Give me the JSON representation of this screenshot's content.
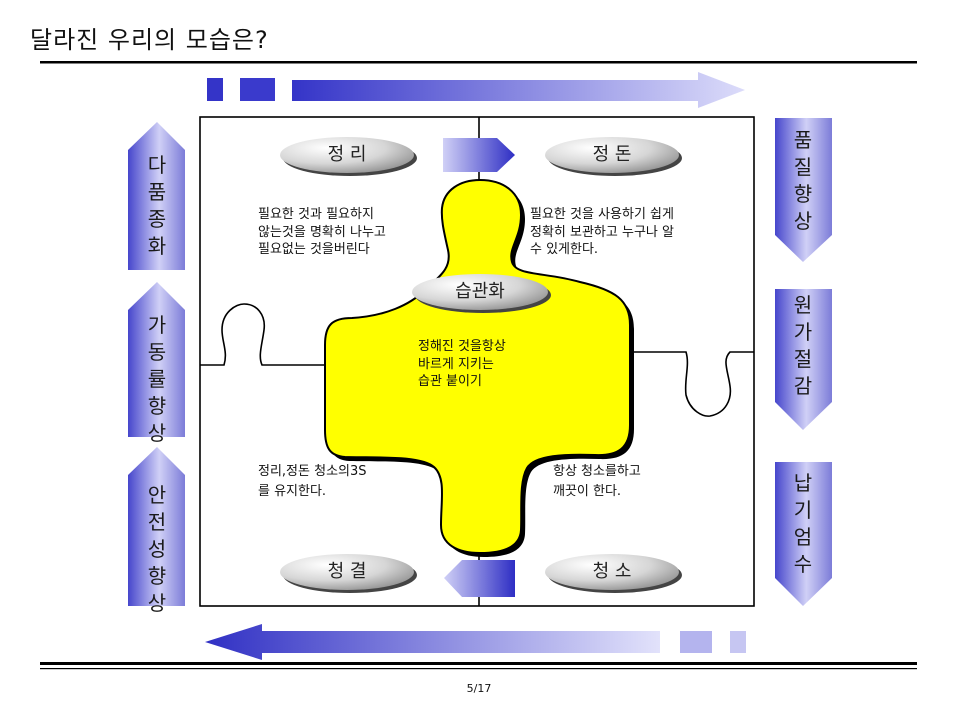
{
  "title": "달라진 우리의 모습은?",
  "side_left": [
    "다품종화",
    "가동률향상",
    "안전성향상"
  ],
  "side_right": [
    "품질향상",
    "원가절감",
    "납기엄수"
  ],
  "labels": {
    "top_left": "정 리",
    "top_right": "정 돈",
    "bottom_left": "청 결",
    "bottom_right": "청 소",
    "center": "습관화"
  },
  "texts": {
    "top_left": [
      "필요한 것과 필요하지",
      "않는것을 명확히 나누고",
      "필요없는 것을버린다"
    ],
    "top_right": [
      "필요한 것을 사용하기 쉽게",
      "정확히 보관하고 누구나 알",
      "수 있게한다."
    ],
    "center": [
      "정해진 것을항상",
      "바르게 지키는",
      "습관 붙이기"
    ],
    "bottom_left": [
      "정리,정돈 청소의3S",
      "를 유지한다."
    ],
    "bottom_right": [
      "항상 청소를하고",
      "깨끗이 한다."
    ]
  },
  "page_number": "5/17",
  "colors": {
    "arrow_dark": "#3434c8",
    "arrow_light": "#d8d8fa",
    "puzzle_yellow": "#ffff00",
    "ellipse_light": "#ffffff",
    "ellipse_dark": "#8c8c8c"
  }
}
